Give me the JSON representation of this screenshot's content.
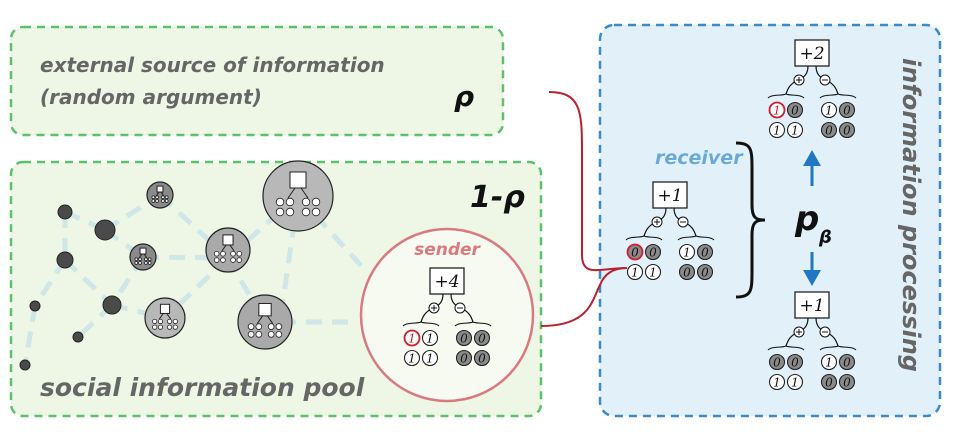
{
  "colors": {
    "green_border": "#5cc26a",
    "green_fill": "#eef6e6",
    "blue_border": "#3b8ac9",
    "blue_fill": "#e2f1f9",
    "red_link": "#b8202e",
    "sender_ring": "#d97a80",
    "receiver_label": "#6aaad6",
    "arrow_blue": "#1f78c1",
    "edge_color": "#cfe7e8",
    "gray_text": "#666666",
    "node_dark": "#4a4a4a",
    "bit_zero_fill": "#8a8a8a",
    "bit_one_fill": "#ffffff",
    "highlight_bit": "#cc1f2e"
  },
  "external_source": {
    "line1": "external source of information",
    "line2": "(random argument)",
    "probability": "ρ"
  },
  "social_pool": {
    "label": "social information pool",
    "probability": "1-ρ",
    "sender": {
      "label": "sender",
      "score": "+4",
      "pro_bits": [
        "1",
        "1",
        "1",
        "1"
      ],
      "con_bits": [
        "0",
        "0",
        "0",
        "0"
      ],
      "highlighted_index": 0
    }
  },
  "processing": {
    "title": "information processing",
    "receiver_label": "receiver",
    "probability_symbol": "p",
    "probability_subscript": "β",
    "plus_sign": "⊕",
    "minus_sign": "⊖",
    "receiver": {
      "score": "+1",
      "pro_bits": [
        "0",
        "0",
        "1",
        "1"
      ],
      "con_bits": [
        "1",
        "0",
        "0",
        "0"
      ],
      "highlighted_index": 0
    },
    "outcome_accept": {
      "score": "+2",
      "pro_bits": [
        "1",
        "0",
        "1",
        "1"
      ],
      "con_bits": [
        "1",
        "0",
        "0",
        "0"
      ],
      "highlighted_index": 0
    },
    "outcome_reject": {
      "score": "+1",
      "pro_bits": [
        "0",
        "0",
        "1",
        "1"
      ],
      "con_bits": [
        "1",
        "0",
        "0",
        "0"
      ],
      "highlighted_index": -1
    }
  },
  "network": {
    "small_nodes": 7,
    "agent_nodes": 6
  }
}
